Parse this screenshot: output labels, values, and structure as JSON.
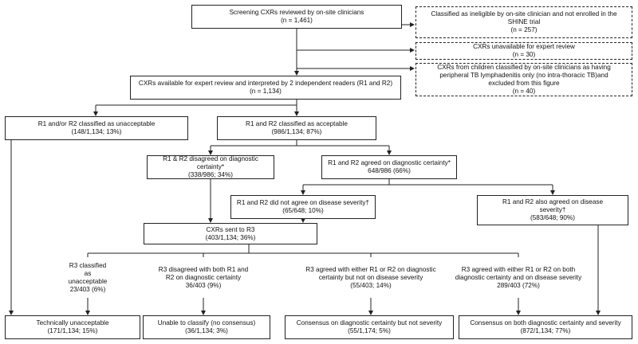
{
  "nodes": {
    "screening": {
      "lines": [
        "Screening CXRs reviewed by on-site clinicians",
        "(n = 1,461)"
      ]
    },
    "ineligible": {
      "lines": [
        "Classified as ineligible by on-site clinician and not enrolled in the",
        "SHINE trial",
        "(n = 257)"
      ]
    },
    "unavailable": {
      "lines": [
        "CXRs unavailable for expert review",
        "(n = 30)"
      ]
    },
    "peripheral": {
      "lines": [
        "CXRs from children classified by on-site clinicians as having",
        "peripheral TB lymphadenitis only (no intra-thoracic TB)and",
        "excluded from this figure",
        "(n = 40)"
      ]
    },
    "available": {
      "lines": [
        "CXRs available for expert review and interpreted by 2 independent readers (R1 and R2)",
        "(n = 1,134)"
      ]
    },
    "unacceptable12": {
      "lines": [
        "R1 and/or R2 classified as unacceptable",
        "(148/1,134; 13%)"
      ]
    },
    "acceptable": {
      "lines": [
        "R1 and R2 classified as acceptable",
        "(986/1,134; 87%)"
      ]
    },
    "disagreed": {
      "lines": [
        "R1 & R2 disagreed on diagnostic certainty*",
        "(338/986; 34%)"
      ]
    },
    "agreed": {
      "lines": [
        "R1 and R2 agreed on diagnostic certainty*",
        "648/986 (66%)"
      ]
    },
    "noSeverity": {
      "lines": [
        "R1 and R2 did not agree on disease severity†",
        "(65/648; 10%)"
      ]
    },
    "alsoSeverity": {
      "lines": [
        "R1 and R2 also agreed on disease",
        "severity†",
        "(583/648; 90%)"
      ]
    },
    "sentR3": {
      "lines": [
        "CXRs sent to R3",
        "(403/1,134; 36%)"
      ]
    },
    "r3unacc": {
      "lines": [
        "R3 classified",
        "as",
        "unacceptable",
        "23/403 (6%)"
      ]
    },
    "r3disagree": {
      "lines": [
        "R3 disagreed with both R1 and",
        "R2 on diagnostic certainty",
        "36/403 (9%)"
      ]
    },
    "r3certainty": {
      "lines": [
        "R3 agreed with either R1 or R2 on diagnostic",
        "certainty but not on disease severity",
        "(55/403; 14%)"
      ]
    },
    "r3both": {
      "lines": [
        "R3 agreed with either R1 or R2 on both",
        "diagnostic certainty and on disease severity",
        "289/403 (72%)"
      ]
    },
    "techUnacc": {
      "lines": [
        "Technically unacceptable",
        "(171/1,134; 15%)"
      ]
    },
    "unableClassify": {
      "lines": [
        "Unable to classify (no consensus)",
        "(36/1,134; 3%)"
      ]
    },
    "consensusCert": {
      "lines": [
        "Consensus on diagnostic certainty but not severity",
        "(55/1,174; 5%)"
      ]
    },
    "consensusBoth": {
      "lines": [
        "Consensus on both diagnostic certainty and severity",
        "(872/1,134; 77%)"
      ]
    }
  }
}
